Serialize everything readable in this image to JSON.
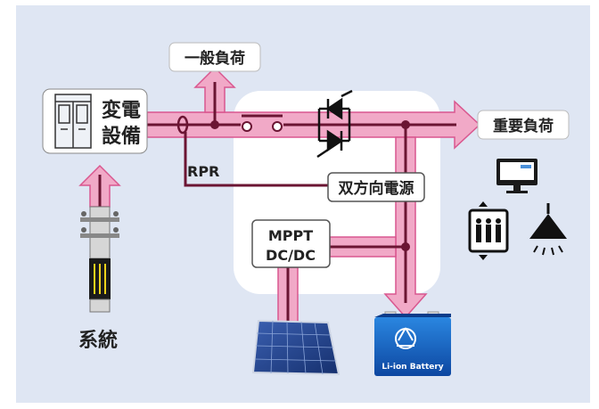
{
  "labels": {
    "substation": [
      "変電",
      "設備"
    ],
    "general_load": "一般負荷",
    "important_load": "重要負荷",
    "rpr": "RPR",
    "bidirectional_power": "双方向電源",
    "mppt": [
      "MPPT",
      "DC/DC"
    ],
    "grid": "系統",
    "battery": "Li-ion Battery"
  },
  "colors": {
    "background": "#dfe6f3",
    "power_line": "#f1a9c7",
    "power_line_edge": "#d9578f",
    "wire": "#6b1533",
    "box_border": "#555555",
    "battery_blue": "#1565c0"
  },
  "icons": [
    "substation-cabinet-icon",
    "utility-pole-icon",
    "switch-icon",
    "thyristor-icon",
    "solar-panel-icon",
    "battery-icon",
    "monitor-icon",
    "elevator-icon",
    "lamp-icon",
    "recycle-icon"
  ]
}
